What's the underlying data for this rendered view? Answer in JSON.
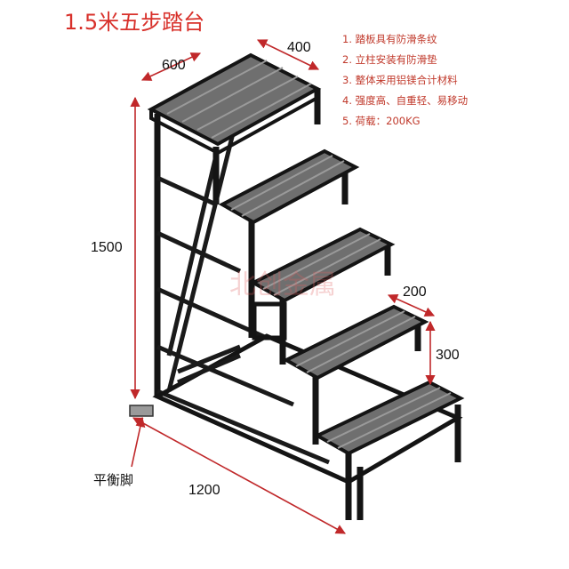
{
  "title": "1.5米五步踏台",
  "notes": [
    "1. 踏板具有防滑条纹",
    "2. 立柱安装有防滑垫",
    "3. 整体采用铝镁合计材料",
    "4. 强度高、自重轻、易移动",
    "5. 荷载：200KG"
  ],
  "dimensions": {
    "depth": "600",
    "top_width": "400",
    "height": "1500",
    "step_depth": "200",
    "step_rise": "300",
    "length": "1200"
  },
  "callout": "平衡脚",
  "watermark": "北创金属",
  "colors": {
    "red": "#d8302a",
    "frame": "#141414",
    "tread": "#6b6b6b"
  }
}
